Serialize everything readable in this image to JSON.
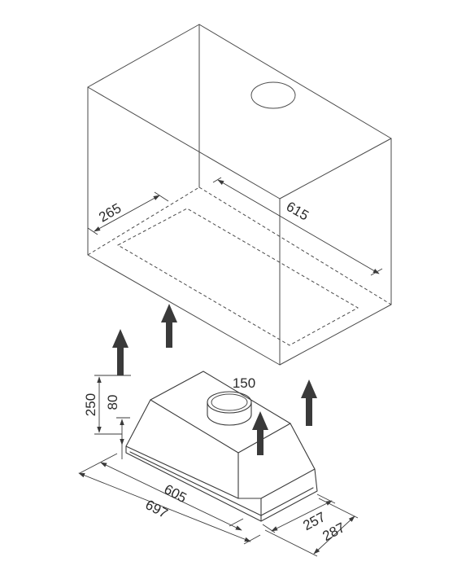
{
  "dimensions": {
    "cabinet_depth": "265",
    "cabinet_width": "615",
    "duct_diameter": "150",
    "hood_height": "250",
    "chimney_height": "80",
    "hood_width_inner": "605",
    "hood_width_outer": "697",
    "hood_depth_inner": "257",
    "hood_depth_outer": "287"
  },
  "colors": {
    "line": "#3a3a3a",
    "arrow": "#3a3a3a",
    "background": "#ffffff"
  }
}
